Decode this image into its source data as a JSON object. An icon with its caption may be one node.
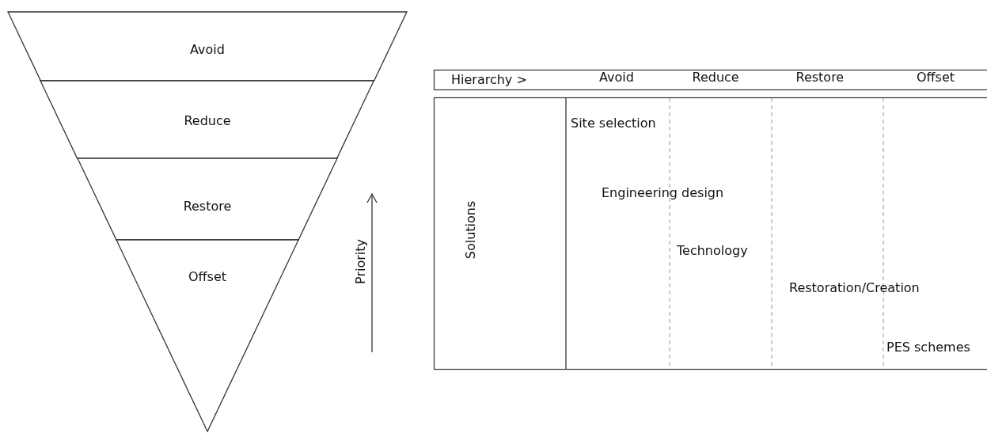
{
  "diagram": {
    "nodes": [
      {
        "text": [
          "Avoid"
        ]
      },
      {
        "text": [
          "Reduce"
        ]
      },
      {
        "text": [
          "Restore"
        ]
      },
      {
        "text": [
          "Offset"
        ]
      }
    ],
    "labels": [
      "Priority",
      "Hierarchy >",
      "Avoid",
      "Reduce",
      "Restore",
      "Offset",
      "Solutions",
      "Site selection",
      "Engineering design",
      "Technology",
      "Restoration/Creation",
      "PES schemes"
    ]
  }
}
